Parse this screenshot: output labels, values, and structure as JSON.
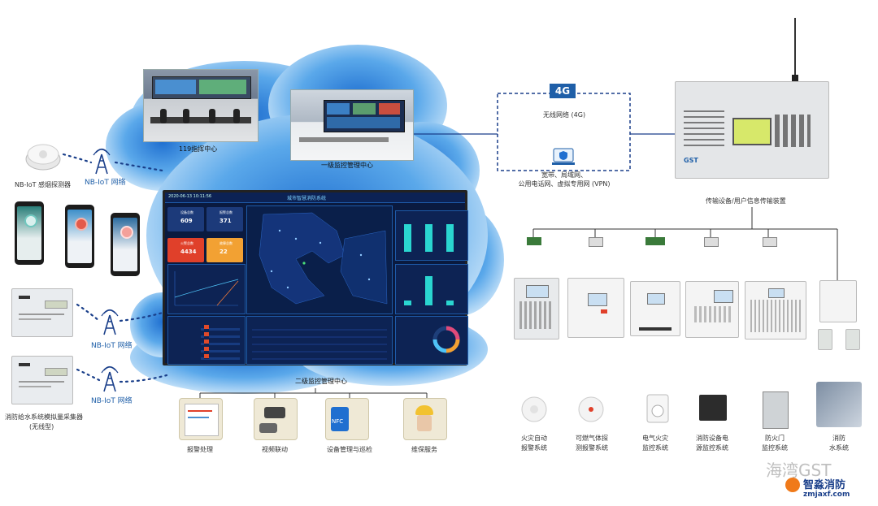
{
  "left": {
    "smoke_detector_label": "NB-IoT 感烟探测器",
    "nb_iot_network_1": "NB-IoT 网络",
    "nb_iot_network_2": "NB-IoT 网络",
    "nb_iot_network_3": "NB-IoT 网络",
    "water_collector_label": "消防给水系统模拟量采集器",
    "water_collector_sub": "(无线型)"
  },
  "center": {
    "command_center": "119指挥中心",
    "level1_center": "一级监控管理中心",
    "level2_center": "二级监控管理中心",
    "services": [
      {
        "label": "报警处理"
      },
      {
        "label": "视频联动"
      },
      {
        "label": "设备管理与巡检"
      },
      {
        "label": "维保服务"
      }
    ],
    "nfc": "NFC"
  },
  "dashboard": {
    "title": "城市智慧消防系统",
    "datetime": "2020-06-13 10:11:56",
    "stats": [
      {
        "label": "设备总数",
        "value": "609",
        "color": "#1c3a7a"
      },
      {
        "label": "报警总数",
        "value": "371",
        "color": "#1c3a7a"
      },
      {
        "label": "火警总数",
        "value": "4434",
        "color": "#e0402a"
      },
      {
        "label": "故障总数",
        "value": "22",
        "color": "#f2a133"
      }
    ],
    "bars_top": [
      0.85,
      0.85,
      0.85
    ],
    "bars_bottom": [
      0.15,
      0.9,
      0.15
    ]
  },
  "right": {
    "badge_4g": "4G",
    "wireless_4g": "无线网络 (4G)",
    "network_line1": "宽带、局域网、",
    "network_line2": "公用电话网、虚拟专用网 (VPN)",
    "transmission_label": "传输设备/用户信息传输装置",
    "brand": "GST",
    "systems": [
      {
        "line1": "火灾自动",
        "line2": "报警系统"
      },
      {
        "line1": "可燃气体探",
        "line2": "测报警系统"
      },
      {
        "line1": "电气火灾",
        "line2": "监控系统"
      },
      {
        "line1": "消防设备电",
        "line2": "源监控系统"
      },
      {
        "line1": "防火门",
        "line2": "监控系统"
      },
      {
        "line1": "消防",
        "line2": "水系统"
      }
    ]
  },
  "watermark": {
    "wechat": "海湾GST",
    "brand_cn": "智淼消防",
    "url": "zmjaxf.com"
  }
}
